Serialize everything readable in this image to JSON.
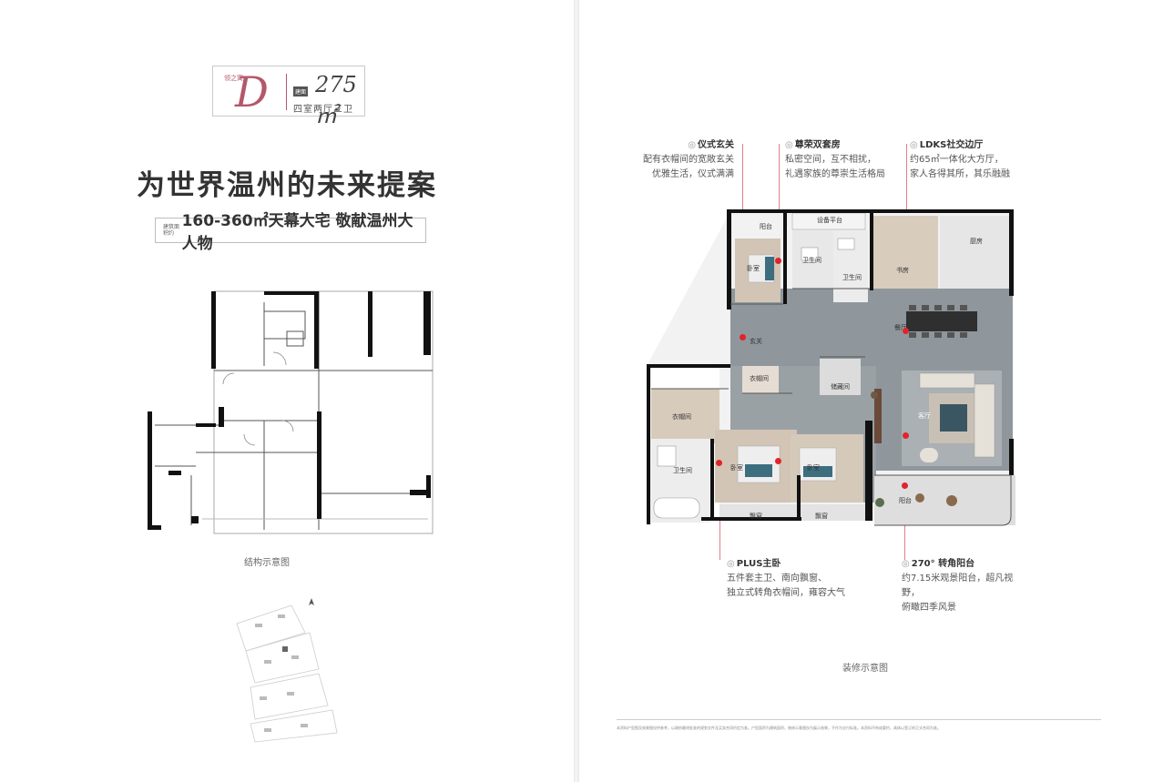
{
  "badge": {
    "series_small": "领之寓",
    "letter": "D",
    "area_tag": "建面",
    "area": "275㎡",
    "rooms": "四室两厅三卫"
  },
  "headline": "为世界温州的未来提案",
  "sub_banner": {
    "small_label": "建筑面积约",
    "main": "160-360㎡天幕大宅 敬献温州大人物"
  },
  "structure_caption": "结构示意图",
  "decoration_caption": "装修示意图",
  "callouts": [
    {
      "title": "仪式玄关",
      "line1": "配有衣帽间的宽敞玄关",
      "line2": "优雅生活，仪式满满"
    },
    {
      "title": "尊荣双套房",
      "line1": "私密空间，互不相扰，",
      "line2": "礼遇家族的尊崇生活格局"
    },
    {
      "title": "LDKS社交边厅",
      "line1": "约65㎡一体化大方厅，",
      "line2": "家人各得其所，其乐融融"
    },
    {
      "title": "PLUS主卧",
      "line1": "五件套主卫、南向飘窗、",
      "line2": "独立式转角衣帽间，雍容大气"
    },
    {
      "title": "270° 转角阳台",
      "line1": "约7.15米观景阳台，超凡视野，",
      "line2": "俯瞰四季风景"
    }
  ],
  "rooms": {
    "balcony_n": "阳台",
    "equipment": "设备平台",
    "bath1": "卫生间",
    "bath2": "卫生间",
    "bed1": "卧室",
    "study": "书房",
    "kitchen": "厨房",
    "dining": "餐厅",
    "foyer": "玄关",
    "closet1": "衣帽间",
    "storage": "储藏间",
    "living": "客厅",
    "closet2": "衣帽间",
    "bath3": "卫生间",
    "master": "卧室",
    "bed3": "卧室",
    "bay1": "飘窗",
    "bay2": "飘窗",
    "balcony_s": "阳台"
  },
  "footnote": "本资料户型图及效果图仅供参考，以政府最终批准的规划文件及买卖合同约定为准。户型面积为建筑面积，装修示意图仅为展示效果，不作为交付标准。本资料不构成要约，具体以签订的正式合同为准。",
  "colors": {
    "accent": "#b4576a",
    "leader": "#e07f8a",
    "dot": "#e1232c",
    "floor_gray": "#8a9196",
    "wood": "#cdbfae",
    "teal": "#3c6e7f"
  }
}
